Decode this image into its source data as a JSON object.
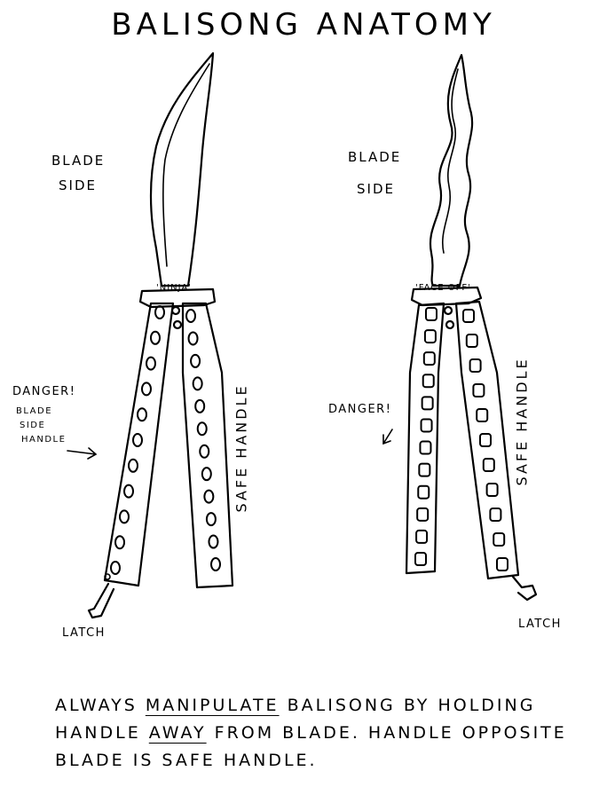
{
  "title": "Balisong Anatomy",
  "left_knife": {
    "tang_label": "'Ninja'",
    "blade_side_label_line1": "Blade",
    "blade_side_label_line2": "Side",
    "danger_label": "Danger!",
    "danger_sub_line1": "Blade",
    "danger_sub_line2": "Side",
    "danger_sub_line3": "Handle",
    "safe_handle_label": "Safe Handle",
    "latch_label": "Latch"
  },
  "right_knife": {
    "tang_label": "'Face Off'",
    "blade_side_label_line1": "Blade",
    "blade_side_label_line2": "Side",
    "danger_label": "Danger!",
    "safe_handle_label": "Safe Handle",
    "latch_label": "Latch"
  },
  "note": {
    "line1_before": "Always ",
    "line1_manipulate": "Manipulate",
    "line1_after": " Balisong by Holding",
    "line2_before": "Handle ",
    "line2_away": "Away",
    "line2_after": " From Blade.  Handle opposite",
    "line3": "Blade is Safe Handle."
  }
}
